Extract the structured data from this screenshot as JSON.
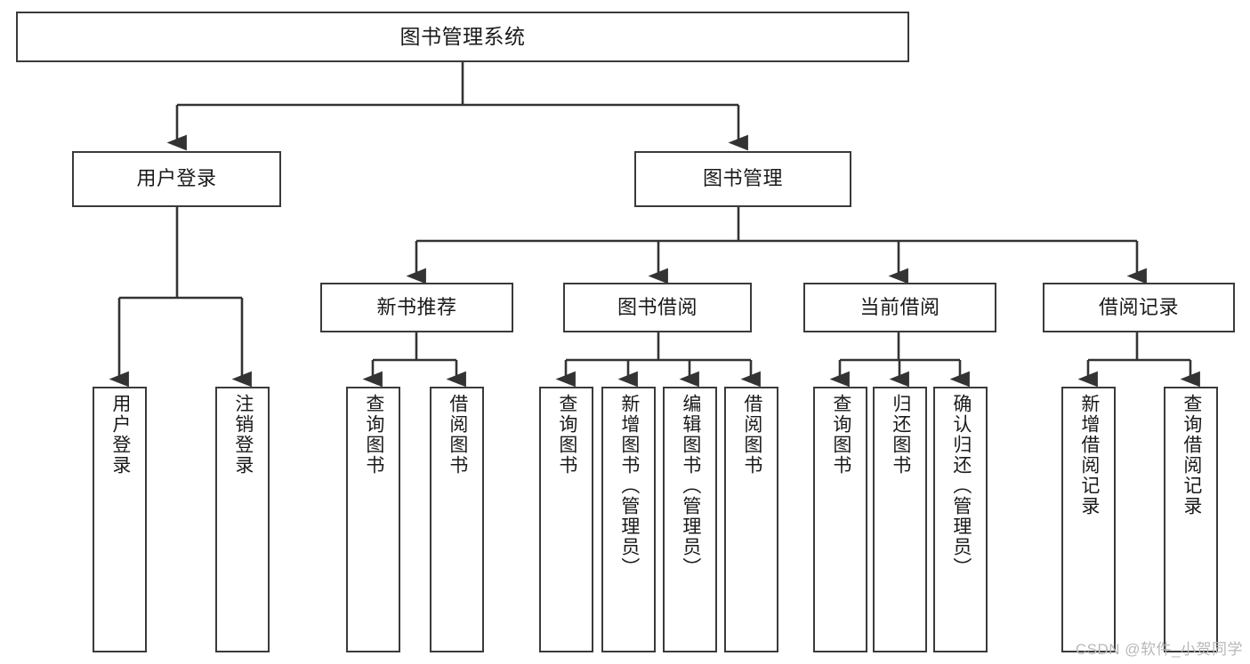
{
  "diagram": {
    "title": "图书管理系统",
    "type": "hierarchy-tree",
    "watermark": "CSDN @软件_小贺同学",
    "colors": {
      "background": "#ffffff",
      "box_border": "#3a3a3a",
      "box_fill": "#ffffff",
      "connector": "#333333",
      "text": "#1a1a1a",
      "watermark": "#b8b8b8"
    }
  },
  "nodes": {
    "root": {
      "label": "图书管理系统"
    },
    "level2": [
      {
        "id": "user-login",
        "label": "用户登录"
      },
      {
        "id": "book-manage",
        "label": "图书管理"
      },
      {
        "id": "new-book-recommend",
        "label": "新书推荐"
      },
      {
        "id": "book-borrow",
        "label": "图书借阅"
      },
      {
        "id": "current-borrow",
        "label": "当前借阅"
      },
      {
        "id": "borrow-record",
        "label": "借阅记录"
      }
    ],
    "leaves": {
      "user_login": [
        {
          "id": "leaf-user-login",
          "label": "用户登录"
        },
        {
          "id": "leaf-logout",
          "label": "注销登录"
        }
      ],
      "new_book_recommend": [
        {
          "id": "leaf-query-book-1",
          "label": "查询图书"
        },
        {
          "id": "leaf-borrow-book-1",
          "label": "借阅图书"
        }
      ],
      "book_borrow": [
        {
          "id": "leaf-query-book-2",
          "label": "查询图书"
        },
        {
          "id": "leaf-add-book",
          "label": "新增图书（管理员）"
        },
        {
          "id": "leaf-edit-book",
          "label": "编辑图书（管理员）"
        },
        {
          "id": "leaf-borrow-book-2",
          "label": "借阅图书"
        }
      ],
      "current_borrow": [
        {
          "id": "leaf-query-book-3",
          "label": "查询图书"
        },
        {
          "id": "leaf-return-book",
          "label": "归还图书"
        },
        {
          "id": "leaf-confirm-return",
          "label": "确认归还（管理员）"
        }
      ],
      "borrow_record": [
        {
          "id": "leaf-add-record",
          "label": "新增借阅记录"
        },
        {
          "id": "leaf-query-record",
          "label": "查询借阅记录"
        }
      ]
    }
  }
}
